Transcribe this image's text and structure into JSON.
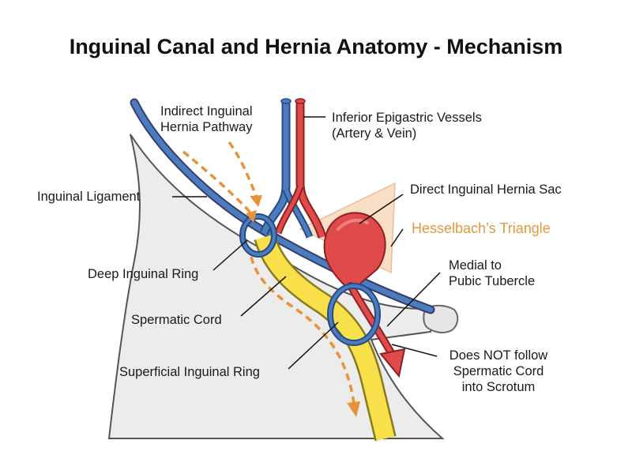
{
  "title": "Inguinal Canal and Hernia Anatomy - Mechanism",
  "labels": {
    "indirect_line1": "Indirect Inguinal",
    "indirect_line2": "Hernia Pathway",
    "epigastric_line1": "Inferior Epigastric Vessels",
    "epigastric_line2": "(Artery & Vein)",
    "inguinal_ligament": "Inguinal Ligament",
    "direct_sac": "Direct Inguinal Hernia Sac",
    "hesselbach": "Hesselbach’s Triangle",
    "deep_ring": "Deep Inguinal Ring",
    "medial_line1": "Medial to",
    "medial_line2": "Pubic Tubercle",
    "spermatic_cord": "Spermatic Cord",
    "superficial_ring": "Superficial Inguinal Ring",
    "not_follow_line1": "Does NOT follow",
    "not_follow_line2": "Spermatic Cord",
    "not_follow_line3": "into Scrotum"
  },
  "colors": {
    "artery": "#e04a4a",
    "vein": "#4a7cc0",
    "cord": "#f8e04a",
    "hernia_path": "#e8923a",
    "triangle": "#f8dcc0",
    "body": "#ececec"
  }
}
